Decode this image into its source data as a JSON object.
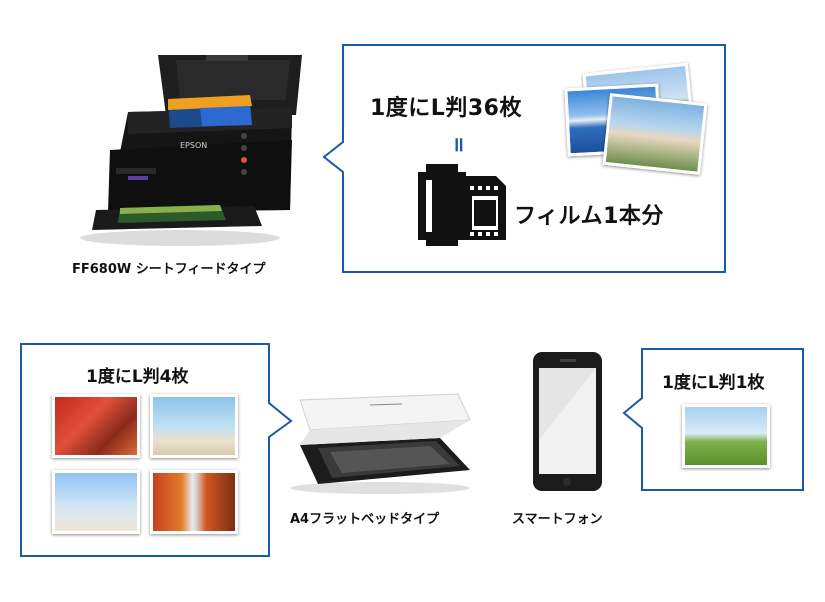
{
  "top_callout": {
    "line1": "1度にL判36枚",
    "equals": "॥",
    "line2": "フィルム1本分"
  },
  "top_product": {
    "caption": "FF680W シートフィードタイプ",
    "brand": "EPSON"
  },
  "left_callout": {
    "title": "1度にL判4枚"
  },
  "flatbed_product": {
    "caption": "A4フラットベッドタイプ"
  },
  "phone_product": {
    "caption": "スマートフォン"
  },
  "right_callout": {
    "title": "1度にL判1枚"
  },
  "colors": {
    "border": "#1a5aa6",
    "text": "#111111"
  }
}
